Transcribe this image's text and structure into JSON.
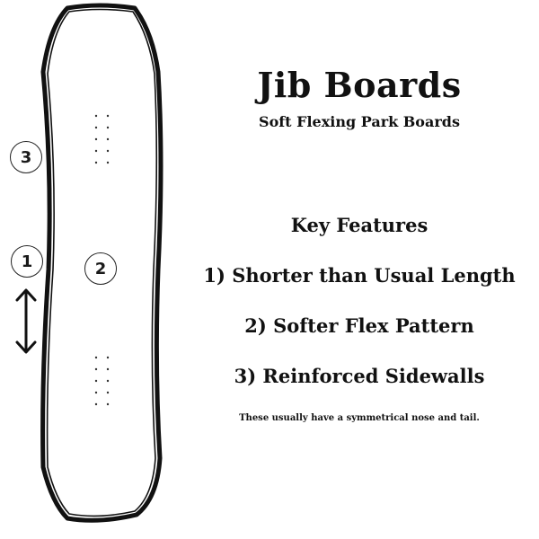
{
  "header": {
    "title": "Jib Boards",
    "subtitle": "Soft Flexing Park Boards"
  },
  "features": {
    "heading": "Key Features",
    "items": [
      {
        "label": "1) Shorter than Usual Length"
      },
      {
        "label": "2) Softer Flex Pattern"
      },
      {
        "label": "3) Reinforced Sidewalls"
      }
    ]
  },
  "note": "These usually have a symmetrical nose and tail.",
  "diagram": {
    "callouts": [
      {
        "number": "3",
        "refers_to": "Reinforced Sidewalls"
      },
      {
        "number": "1",
        "refers_to": "Shorter than Usual Length"
      },
      {
        "number": "2",
        "refers_to": "Softer Flex Pattern"
      }
    ],
    "arrow": "double-headed-vertical-arrow",
    "stroke_color": "#111111",
    "background_color": "#ffffff"
  }
}
